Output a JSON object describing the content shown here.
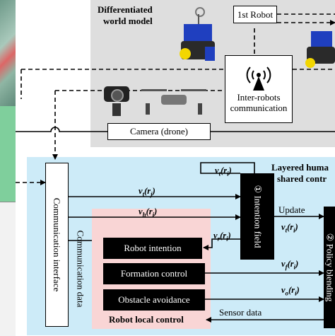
{
  "world_model": {
    "title_line1": "Differentiated",
    "title_line2": "world model",
    "first_robot": "1st Robot",
    "inter_robots_line1": "Inter-robots",
    "inter_robots_line2": "communication",
    "camera_drone": "Camera (drone)"
  },
  "shared_control": {
    "title_line1": "Layered huma",
    "title_line2": "shared contr"
  },
  "communication_interface": "Communication interface",
  "communication_data": "Communication data",
  "intention_field": "Intention field",
  "policy_blending": "Policy blending",
  "intention_marker": "①",
  "policy_marker": "②",
  "update_label": "Update",
  "sensor_data_label": "Sensor data",
  "local_control": {
    "title": "Robot local control",
    "robot_intention": "Robot intention",
    "formation_control": "Formation control",
    "obstacle_avoidance": "Obstacle avoidance"
  },
  "math": {
    "vt_ri_top": "v_t(r_i)",
    "vt_rj": "v_t(r_j)",
    "vh_ri": "v_h(r_i)",
    "vr_ri": "v_r(r_i)",
    "vt_ri_right": "v_t(r_i)",
    "vf_ri": "v_f(r_i)",
    "vo_ri": "v_o(r_i)"
  },
  "colors": {
    "gray_panel": "#dedede",
    "blue_panel": "#cdebf8",
    "pink_panel": "#f9d5d5",
    "green_strip": "#7fcf9c",
    "accent_blue": "#1f3fbf",
    "accent_yellow": "#f2d600"
  }
}
